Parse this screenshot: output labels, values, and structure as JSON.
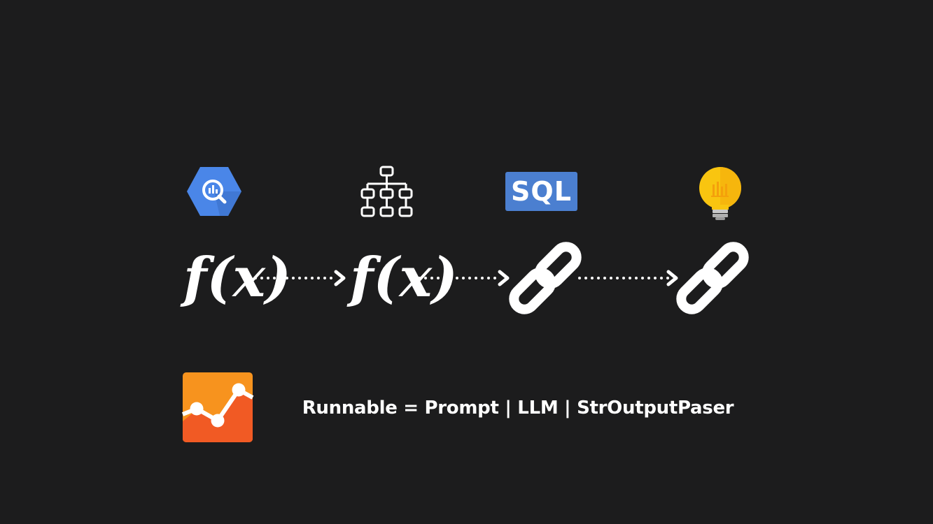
{
  "top_icons": {
    "bigquery_icon": "bigquery-hexagon-icon",
    "hierarchy_icon": "org-chart-icon",
    "sql_badge_text": "SQL",
    "lightbulb_icon": "lightbulb-chart-icon"
  },
  "pipeline": {
    "nodes": [
      {
        "icon": "function-fx-icon",
        "label": "f(x)"
      },
      {
        "icon": "function-fx-icon",
        "label": "f(x)"
      },
      {
        "icon": "chain-link-icon"
      },
      {
        "icon": "chain-link-icon"
      }
    ],
    "connector_icon": "dotted-arrow-icon"
  },
  "analytics_icon": "google-analytics-icon",
  "formula": "Runnable = Prompt | LLM | StrOutputPaser",
  "colors": {
    "background": "#1c1c1d",
    "bigquery_blue": "#4a86e8",
    "sql_blue": "#4b7fd0",
    "bulb_yellow": "#f9c510",
    "analytics_orange": "#f7931e",
    "analytics_red": "#f15a24",
    "foreground": "#ffffff"
  }
}
